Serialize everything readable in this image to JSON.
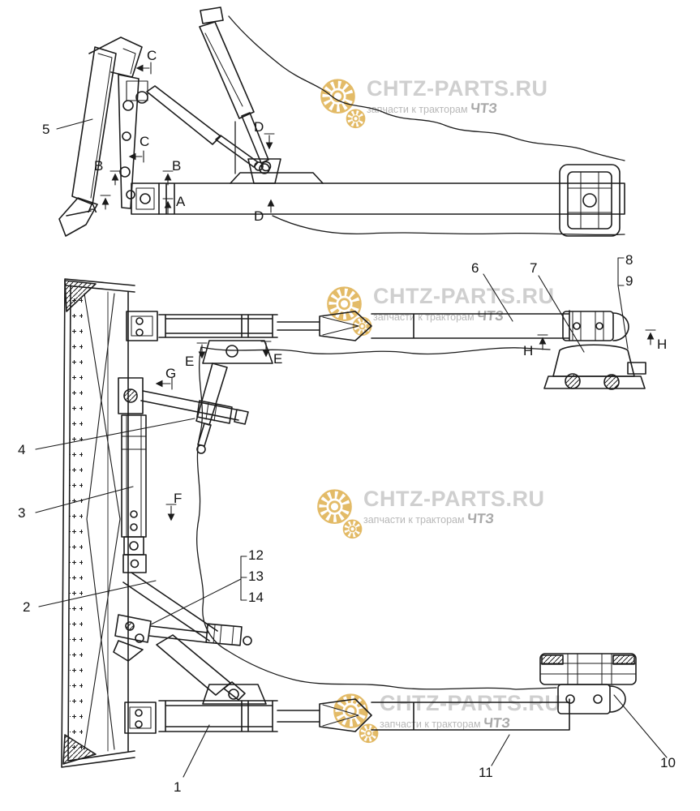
{
  "callouts": {
    "part1": "1",
    "part2": "2",
    "part3": "3",
    "part4": "4",
    "part5": "5",
    "part6": "6",
    "part7": "7",
    "part8": "8",
    "part9": "9",
    "part10": "10",
    "part11": "11",
    "part12": "12",
    "part13": "13",
    "part14": "14"
  },
  "sections": {
    "a": "A",
    "b": "B",
    "c": "C",
    "d": "D",
    "e": "E",
    "f": "F",
    "g": "G",
    "h": "H"
  },
  "watermark": {
    "brand": "CHTZ-PARTS.RU",
    "tagline": "запчасти к тракторам",
    "logo": "ЧТЗ",
    "text_color": "#b2b2b2",
    "gear_color": "#dcaa42"
  },
  "colors": {
    "background": "#ffffff",
    "line": "#1b1b1b"
  }
}
